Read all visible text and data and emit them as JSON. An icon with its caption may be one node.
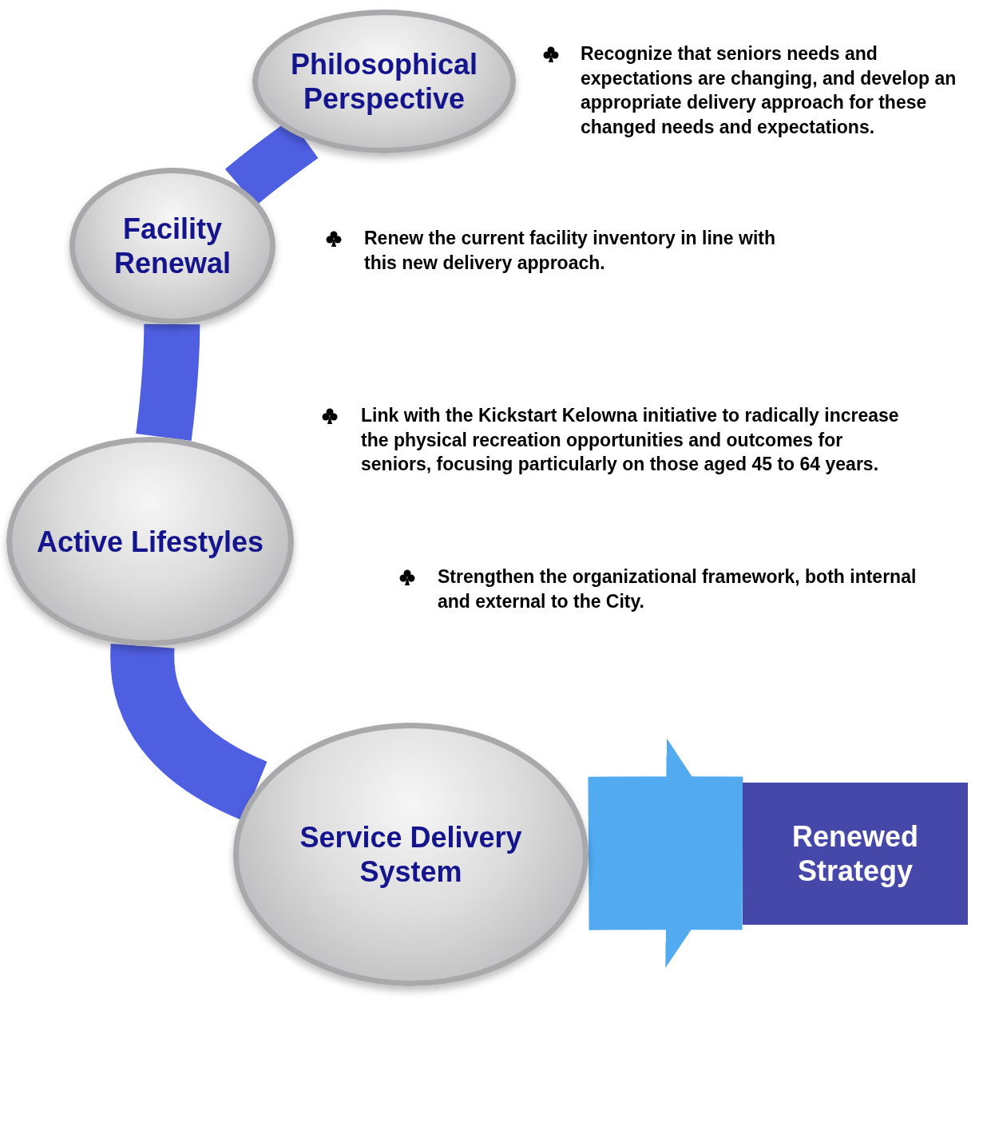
{
  "diagram": {
    "nodes": [
      {
        "text": [
          "Philosophical Perspective"
        ]
      },
      {
        "text": [
          "Facility Renewal"
        ]
      },
      {
        "text": [
          "Active Lifestyles"
        ]
      },
      {
        "text": [
          "Service Delivery System"
        ]
      },
      {
        "text": [
          "Renewed Strategy"
        ]
      }
    ],
    "edges": [
      {
        "from": 0,
        "to": 1,
        "arrow": "none"
      },
      {
        "from": 1,
        "to": 2,
        "arrow": "none"
      },
      {
        "from": 2,
        "to": 3,
        "arrow": "none"
      },
      {
        "from": 3,
        "to": 4,
        "arrow": "to",
        "style": "thick",
        "color": "#52aaf0"
      }
    ],
    "labels": [
      "Recognize that seniors needs and expectations are changing, and develop an appropriate delivery approach for these changed needs and expectations.",
      "Renew the current facility inventory in line with this new delivery approach.",
      "Link with the Kickstart Kelowna initiative to radically increase the physical recreation opportunities and outcomes for seniors, focusing particularly on those aged 45 to 64 years.",
      "Strengthen the organizational framework, both internal and external to the City."
    ]
  }
}
